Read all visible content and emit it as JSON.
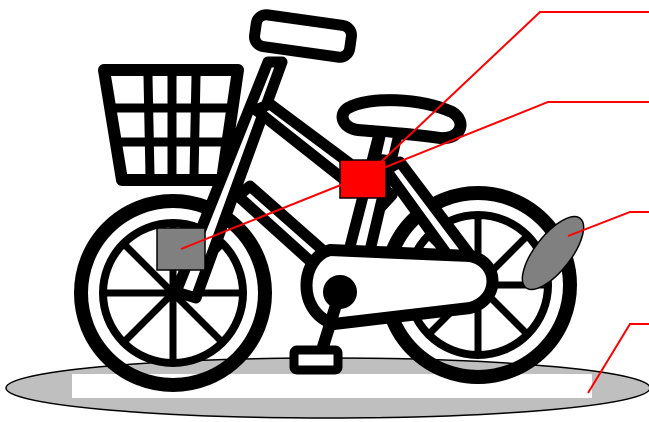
{
  "diagram": {
    "subject": "bicycle",
    "colors": {
      "line": "#000000",
      "leader": "#ff0000",
      "marker_red": "#ff0000",
      "marker_gray": "#808080",
      "reflector": "#808080",
      "ground": "#bfbfbf",
      "background": "#ffffff"
    },
    "callouts": [
      {
        "id": "frame-plate",
        "marker": "red-square"
      },
      {
        "id": "front-plate",
        "marker": "gray-square"
      },
      {
        "id": "rear-reflector",
        "marker": "gray-ellipse"
      },
      {
        "id": "ground-area",
        "marker": "ground-ellipse"
      }
    ]
  }
}
